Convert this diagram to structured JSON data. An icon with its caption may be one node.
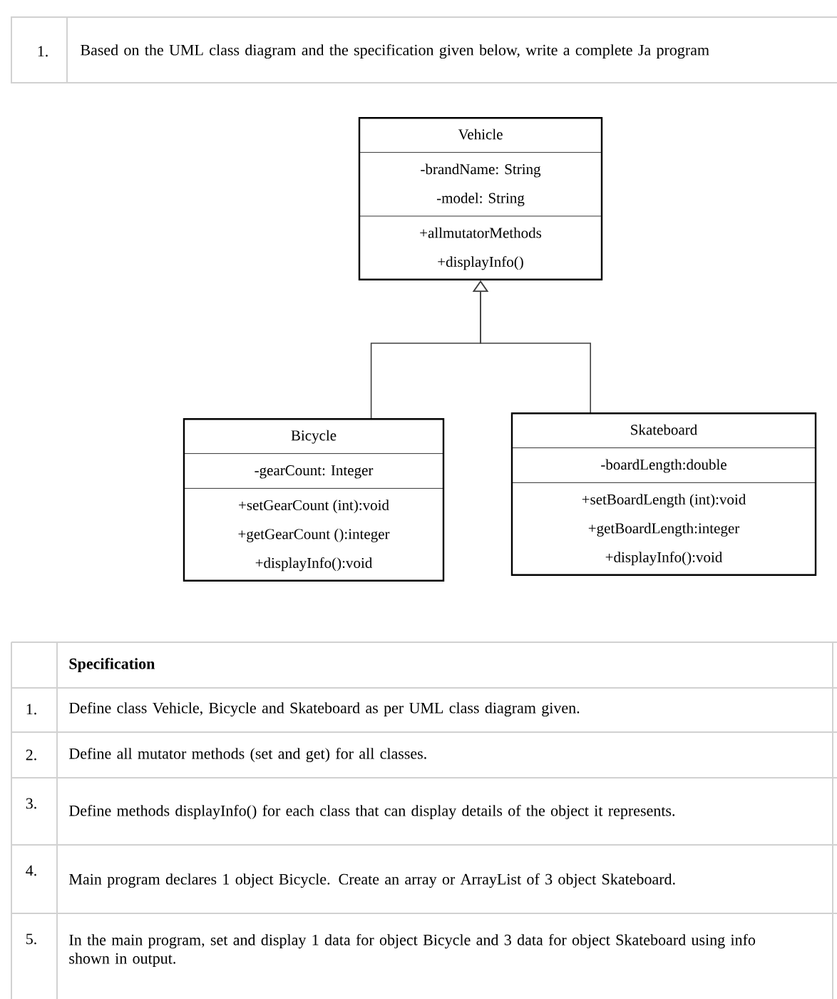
{
  "diagram": {
    "nodes": [
      {
        "text": [
          "Vehicle",
          "-brandName: String",
          "-model: String",
          "+allmutatorMethods",
          "+displayInfo()"
        ]
      },
      {
        "text": [
          "Bicycle",
          "-gearCount: Integer",
          "+setGearCount (int):void",
          "+getGearCount ():integer",
          "+displayInfo():void"
        ]
      },
      {
        "text": [
          "Skateboard",
          "-boardLength:double",
          "+setBoardLength (int):void",
          "+getBoardLength:integer",
          "+displayInfo():void"
        ]
      }
    ],
    "edges": [
      {
        "from": 1,
        "to": 0,
        "arrow": "to"
      },
      {
        "from": 2,
        "to": 0,
        "arrow": "to"
      }
    ],
    "labels": [
      "1.",
      "Based on the UML class diagram and the specification given below, write a complete Ja program",
      "Specification",
      "1.",
      "Define class Vehicle, Bicycle and Skateboard as per UML class diagram given.",
      "2.",
      "Define all mutator methods (set and get) for all classes.",
      "3.",
      "Define methods displayInfo() for each class that can display details of the object it represents.",
      "4.",
      "Main program declares 1 object Bicycle. Create an array or ArrayList of 3 object Skateboard.",
      "5.",
      "In the main program, set and display 1 data for object Bicycle and 3 data for object Skateboard using info shown in output."
    ]
  }
}
